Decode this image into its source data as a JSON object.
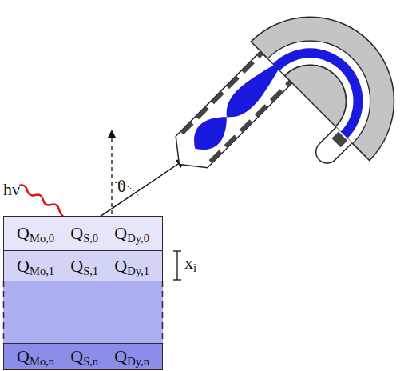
{
  "diagram": {
    "nodes": [
      {
        "text": [
          "QMo,0",
          "QS,0",
          "QDy,0"
        ]
      },
      {
        "text": [
          "QMo,1",
          "QS,1",
          "QDy,1"
        ]
      },
      {
        "text": [
          "QMo,n",
          "QS,n",
          "QDy,n"
        ]
      }
    ],
    "labels": [
      "hν",
      "θ",
      "xi"
    ]
  }
}
